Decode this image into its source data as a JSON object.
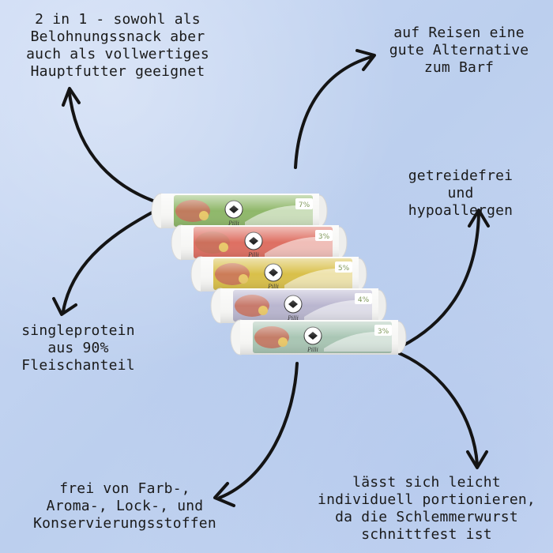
{
  "callouts": {
    "top_left": [
      "2 in 1 - sowohl als",
      "Belohnungssnack aber",
      "auch als vollwertiges",
      "Hauptfutter geeignet"
    ],
    "top_right": [
      "auf Reisen eine",
      "gute Alternative",
      "zum Barf"
    ],
    "right": [
      "getreidefrei",
      "und",
      "hypoallergen"
    ],
    "left": [
      "singleprotein",
      "aus 90%",
      "Fleischanteil"
    ],
    "bottom_left": [
      "frei von Farb-,",
      "Aroma-, Lock-, und",
      "Konservierungsstoffen"
    ],
    "bottom_right": [
      "lässt sich leicht",
      "individuell portionieren,",
      "da die Schlemmerwurst",
      "schnittfest ist"
    ]
  },
  "products": {
    "brand": "Pilli",
    "label_badges": [
      "7%",
      "3%",
      "5%",
      "4%",
      "3%"
    ],
    "colors": [
      "#8fb86a",
      "#de6f62",
      "#d9c04a",
      "#b9b6cf",
      "#a9c6b4"
    ]
  },
  "colors": {
    "background": "#c6d6f2",
    "ink": "#141414"
  }
}
